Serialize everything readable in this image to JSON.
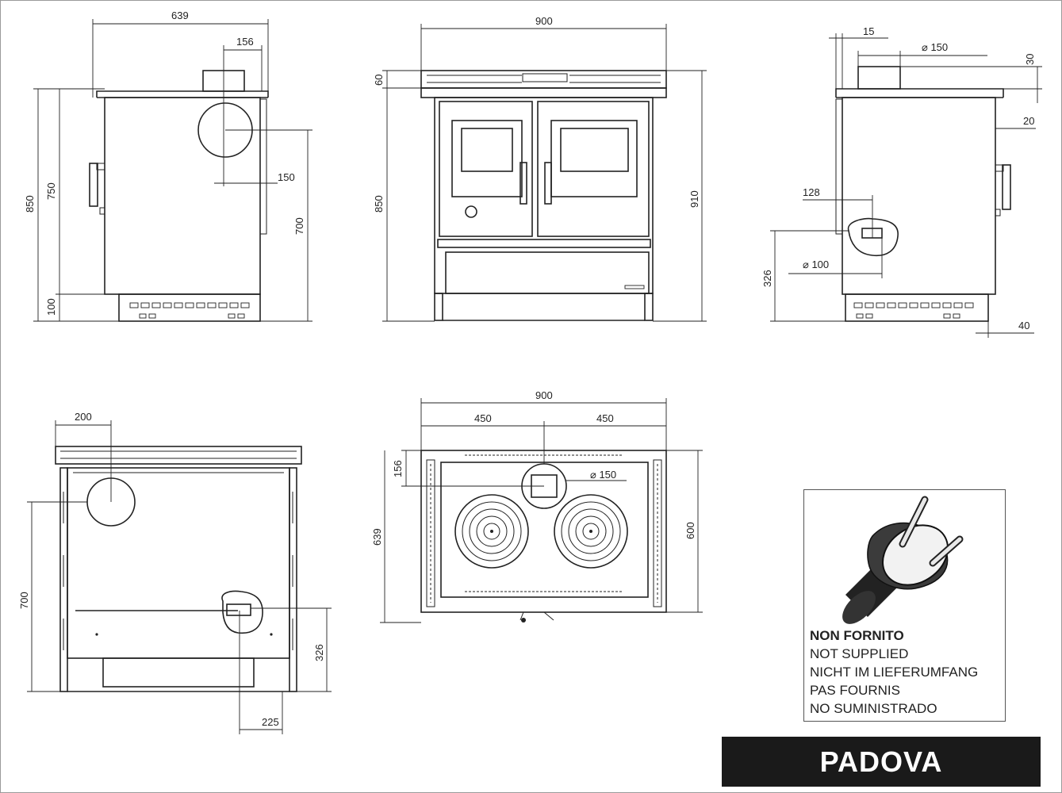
{
  "views": {
    "side_left": {
      "width": "639",
      "flue_offset": "156",
      "total_height": "850",
      "top_height": "750",
      "flue_dia": "150",
      "flue_height": "700",
      "feet": "100"
    },
    "front": {
      "width": "900",
      "top_rail": "60",
      "height": "850",
      "total_height": "910"
    },
    "side_right": {
      "edge": "15",
      "flue_dia": "⌀ 150",
      "flue_stub": "30",
      "rim": "20",
      "inlet_offset": "128",
      "inlet_dia": "⌀ 100",
      "inlet_height": "326",
      "feet": "40"
    },
    "rear": {
      "flue_offset": "200",
      "flue_height": "700",
      "inlet_height": "326",
      "inlet_offset": "225"
    },
    "top": {
      "width": "900",
      "half_left": "450",
      "half_right": "450",
      "flue_depth": "156",
      "depth_total": "639",
      "depth_top": "600",
      "flue_dia": "⌀ 150"
    }
  },
  "plug_notice": {
    "lines": [
      "NON FORNITO",
      "NOT SUPPLIED",
      "NICHT IM LIEFERUMFANG",
      "PAS FOURNIS",
      "NO SUMINISTRADO"
    ]
  },
  "model_name": "PADOVA"
}
